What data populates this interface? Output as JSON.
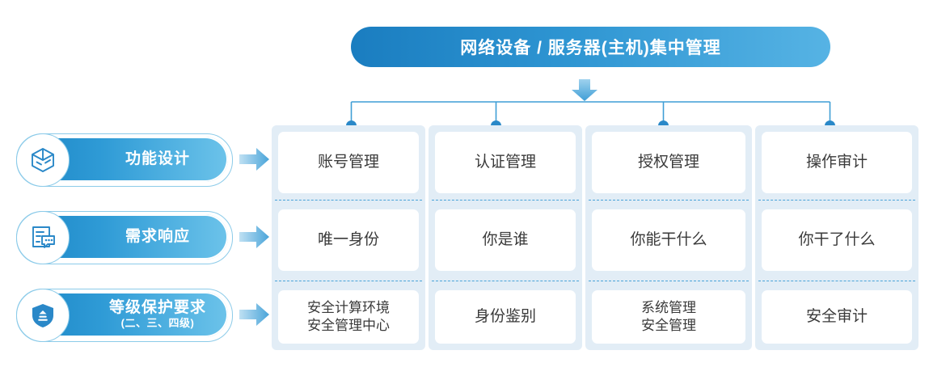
{
  "header": {
    "title": "网络设备 / 服务器(主机)集中管理"
  },
  "icons": {
    "down_arrow": "down-arrow-icon",
    "row_arrow": "right-arrow-icon",
    "cube": "cube-icon",
    "document_chat": "document-chat-icon",
    "shield": "shield-icon"
  },
  "colors": {
    "banner_start": "#1a7dc0",
    "banner_end": "#56b3e4",
    "pill_start": "#1c86c6",
    "pill_end": "#6cc3ea",
    "panel_bg": "#e2edf6",
    "dot": "#2a88c8",
    "dashed": "#4aa3d8",
    "card_bg": "#ffffff",
    "text": "#3a3a3a"
  },
  "rows": [
    {
      "label": "功能设计",
      "sublabel": "",
      "icon": "cube-icon"
    },
    {
      "label": "需求响应",
      "sublabel": "",
      "icon": "document-chat-icon"
    },
    {
      "label": "等级保护要求",
      "sublabel": "(二、三、四级)",
      "icon": "shield-icon"
    }
  ],
  "columns": [
    {
      "cells": [
        "账号管理",
        "唯一身份",
        "安全计算环境\n安全管理中心"
      ]
    },
    {
      "cells": [
        "认证管理",
        "你是谁",
        "身份鉴别"
      ]
    },
    {
      "cells": [
        "授权管理",
        "你能干什么",
        "系统管理\n安全管理"
      ]
    },
    {
      "cells": [
        "操作审计",
        "你干了什么",
        "安全审计"
      ]
    }
  ]
}
